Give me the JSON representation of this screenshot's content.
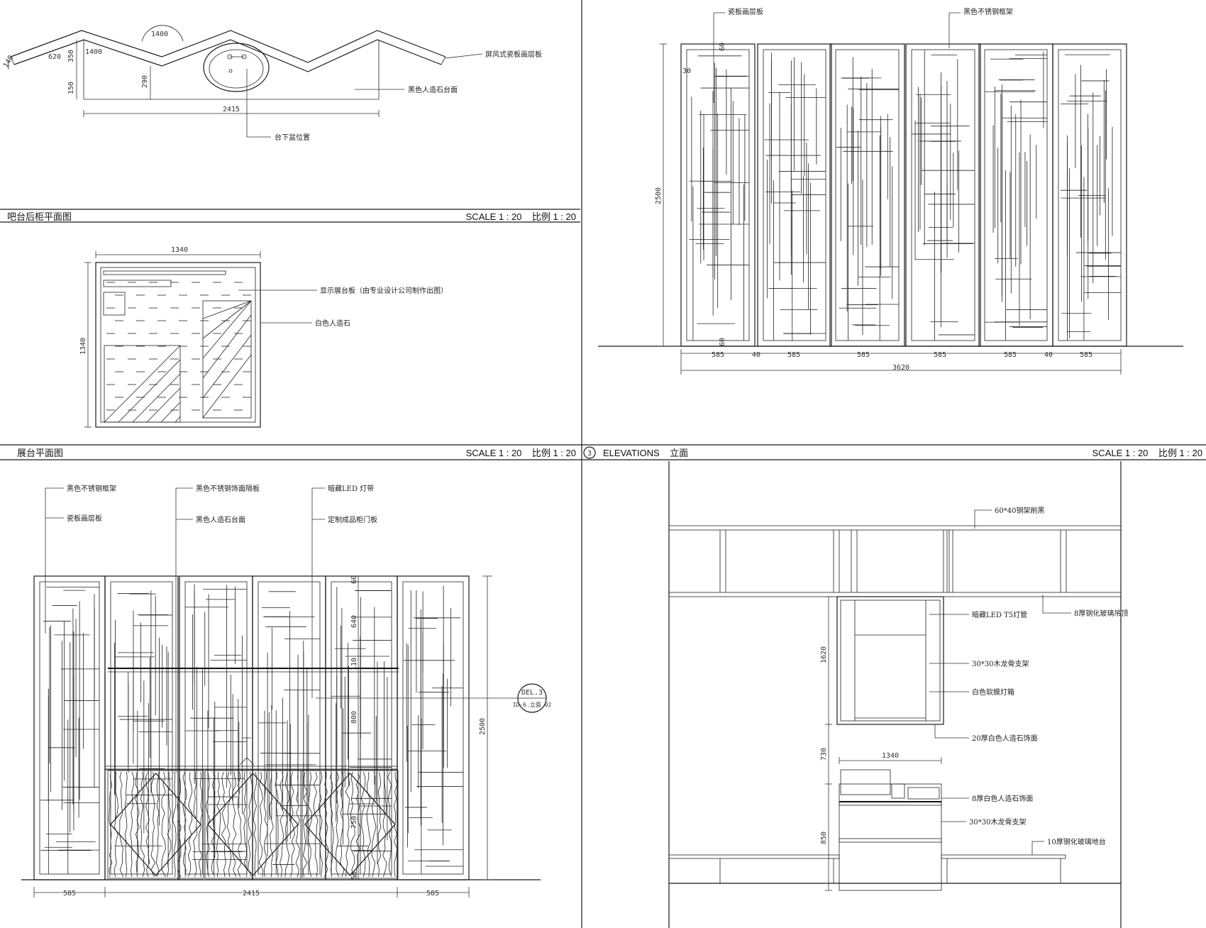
{
  "panels": {
    "bar_plan": {
      "title": "吧台后柜平面图",
      "scale": "SCALE 1 : 20    比例 1 : 20",
      "labels": [
        "屏风式瓷板画层板",
        "黑色人造石台面",
        "台下盆位置"
      ],
      "dims": [
        "1400",
        "1400",
        "620",
        "350",
        "290",
        "150",
        "2415",
        "140"
      ]
    },
    "display_plan": {
      "title": "展台平面图",
      "scale": "SCALE 1 : 20    比例 1 : 20",
      "labels": [
        "显示展台板（由专业设计公司制作出图）",
        "白色人造石"
      ],
      "dims": [
        "1340",
        "1340"
      ]
    },
    "elevation_top": {
      "number": "3",
      "title": "ELEVATIONS    立面",
      "scale": "SCALE 1 : 20    比例 1 : 20",
      "labels": [
        "瓷板画层板",
        "黑色不锈钢框架"
      ],
      "dims": [
        "585",
        "40",
        "585",
        "585",
        "585",
        "585",
        "40",
        "585",
        "3620",
        "2500",
        "60",
        "30",
        "60"
      ]
    },
    "bar_elevation": {
      "labels": [
        "黑色不锈钢框架",
        "瓷板画层板",
        "黑色不锈钢饰面隔板",
        "黑色人造石台面",
        "暗藏LED 灯带",
        "定制成品柜门板"
      ],
      "callout_top": "DEL.3",
      "callout_bottom": "ID-6.立面 02",
      "dims": [
        "60",
        "640",
        "110",
        "800",
        "750",
        "50",
        "2500",
        "585",
        "2415",
        "585"
      ]
    },
    "display_elevation": {
      "labels": [
        "60*40钢架刷黑",
        "暗藏LED T5灯管",
        "8厚钢化玻璃吊顶",
        "30*30木龙骨支架",
        "白色软膜灯箱",
        "20厚白色人造石饰面",
        "8厚白色人造石饰面",
        "30*30木龙骨支架",
        "10厚钢化玻璃地台"
      ],
      "dims": [
        "1620",
        "730",
        "850",
        "1340"
      ]
    }
  }
}
